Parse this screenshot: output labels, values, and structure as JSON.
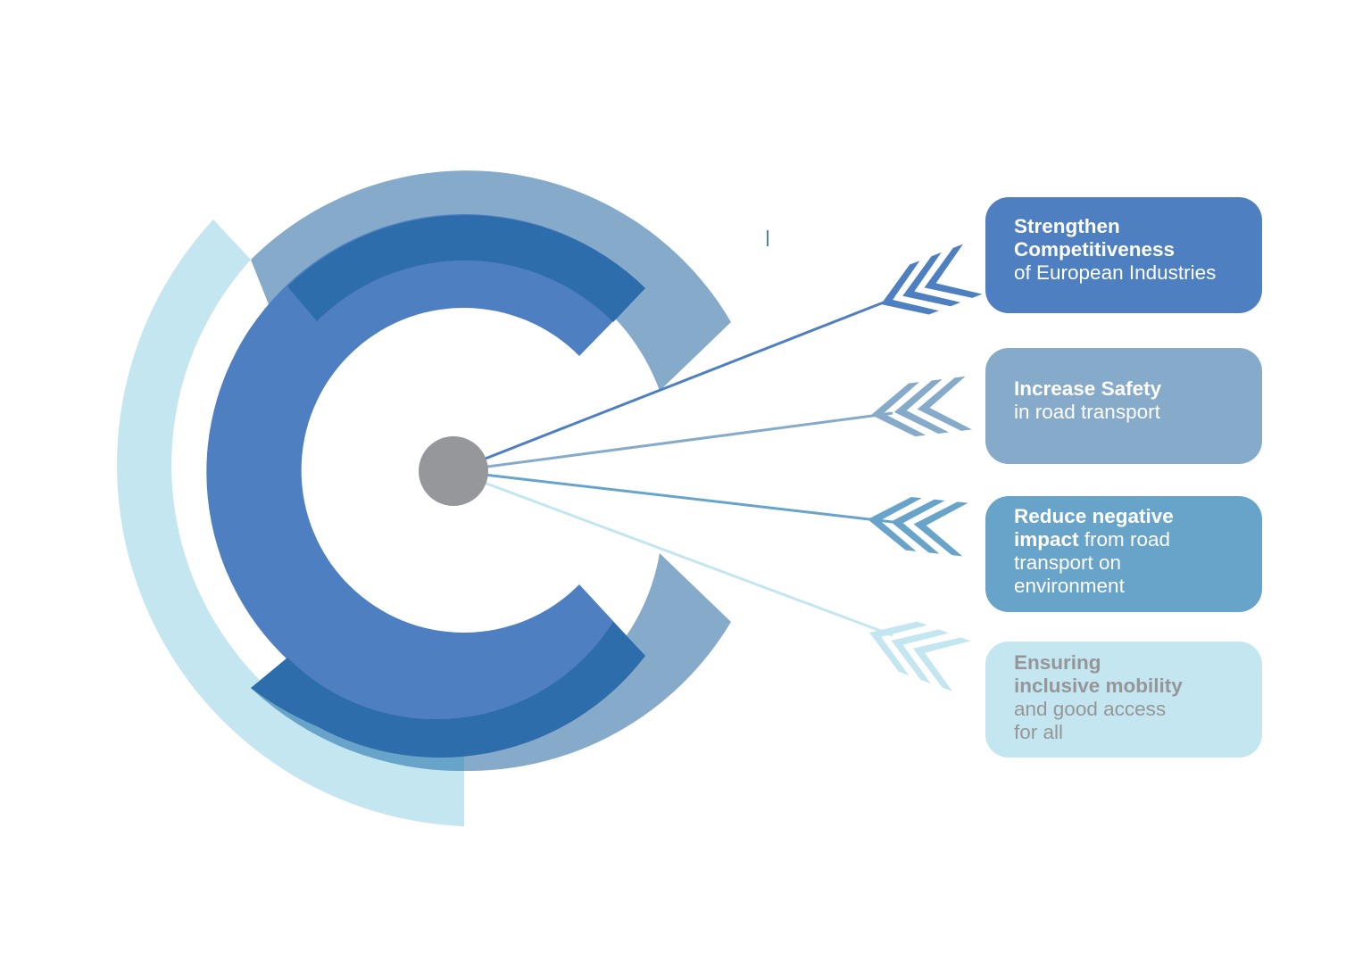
{
  "colors": {
    "dark_blue": "#2e6dab",
    "medium_blue": "#4e80c1",
    "steel_blue": "#85aaca",
    "sky_blue": "#68a4c9",
    "light_blue": "#c3e6f1",
    "hub_gray": "#96979a",
    "light_text_gray": "#969697"
  },
  "icons": {
    "hub": "gray-circle-hub",
    "arrow": "chevron-fletched-arrow"
  },
  "goals": [
    {
      "id": "competitiveness",
      "bold_1": "Strengthen",
      "bold_2": "Competitiveness",
      "normal_1": "of European Industries",
      "color": "#4e80c1"
    },
    {
      "id": "safety",
      "bold_1": "Increase Safety",
      "normal_1": "in road transport",
      "color": "#85aaca"
    },
    {
      "id": "environment",
      "bold_1": "Reduce negative",
      "bold_2": "impact",
      "normal_1": " from road",
      "normal_2": "transport on",
      "normal_3": "environment",
      "color": "#68a4c9"
    },
    {
      "id": "inclusive",
      "bold_1": "Ensuring",
      "bold_2": "inclusive mobility",
      "normal_1": "and good access",
      "normal_2": "for all",
      "color": "#c3e6f1"
    }
  ]
}
